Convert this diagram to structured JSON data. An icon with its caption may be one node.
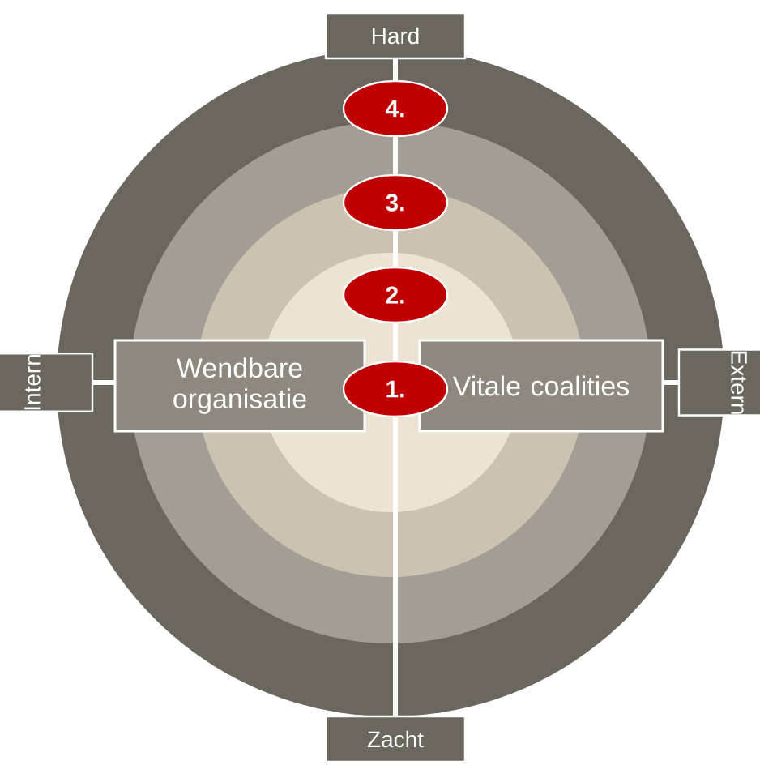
{
  "diagram": {
    "nodes": [
      {
        "text": [
          "Hard"
        ]
      },
      {
        "text": [
          "4."
        ]
      },
      {
        "text": [
          "3."
        ]
      },
      {
        "text": [
          "2."
        ]
      },
      {
        "text": [
          "Intern"
        ]
      },
      {
        "text": [
          "Wendbare organisatie"
        ]
      },
      {
        "text": [
          "1."
        ]
      },
      {
        "text": [
          "Vitale coalities"
        ]
      },
      {
        "text": [
          "Extern"
        ]
      },
      {
        "text": [
          "Zacht"
        ]
      }
    ]
  }
}
